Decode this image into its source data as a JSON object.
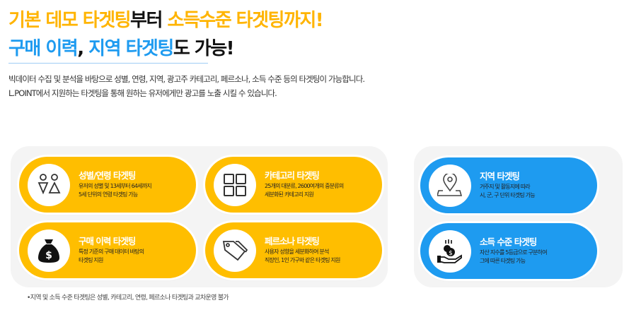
{
  "headline": {
    "line1": {
      "a": "기본 데모 타겟팅",
      "b": "부터 ",
      "c": "소득수준 타겟팅까지!"
    },
    "line2": {
      "a": "구매 이력",
      "b": ", ",
      "c": "지역 타겟팅",
      "d": "도 가능!"
    }
  },
  "description": [
    "빅데이터 수집 및 분석을 바탕으로 성별, 연령, 지역, 광고주 카테고리, 페르소나, 소득 수준 등의 타겟팅이 가능합니다.",
    "L.POINT에서 지원하는 타겟팅을 통해 원하는 유저에게만 광고를 노출 시킬 수 있습니다."
  ],
  "cards": [
    {
      "title": "성별/연령 타겟팅",
      "desc": [
        "유저의 성별 및 13세부터 64세까지",
        "5세 단위의 연령 타겟팅 가능"
      ],
      "icon": "gender-icon"
    },
    {
      "title": "카테고리 타겟팅",
      "desc": [
        "25개의 대분류, 2600여개의 중분류의",
        "세분화된 카테고리 지원"
      ],
      "icon": "grid-icon"
    },
    {
      "title": "구매 이력 타겟팅",
      "desc": [
        "특정 기준의 구매 데이터 바탕의",
        "타겟팅 지원"
      ],
      "icon": "money-bag-icon"
    },
    {
      "title": "페르소나 타겟팅",
      "desc": [
        "사용자 성향을 세분화하여 분석",
        "직장인, 1인 가구와 같은 타겟팅 지원"
      ],
      "icon": "tag-icon"
    },
    {
      "title": "지역 타겟팅",
      "desc": [
        "거주지 및 활동지에 따라",
        "시, 군, 구 단위 타겟팅 가능"
      ],
      "icon": "map-pin-icon"
    },
    {
      "title": "소득 수준 타겟팅",
      "desc": [
        "자산 지수를 5등급으로 구분하여",
        "그에 따른 타겟팅 가능"
      ],
      "icon": "coin-hand-icon"
    }
  ],
  "footnote": "•지역 및 소득 수준 타겟팅은 성별, 카테고리, 연령, 페르소나 타겟팅과 교차운영 불가",
  "colors": {
    "yellow": "#FFBE00",
    "blue": "#1E9BF0"
  }
}
